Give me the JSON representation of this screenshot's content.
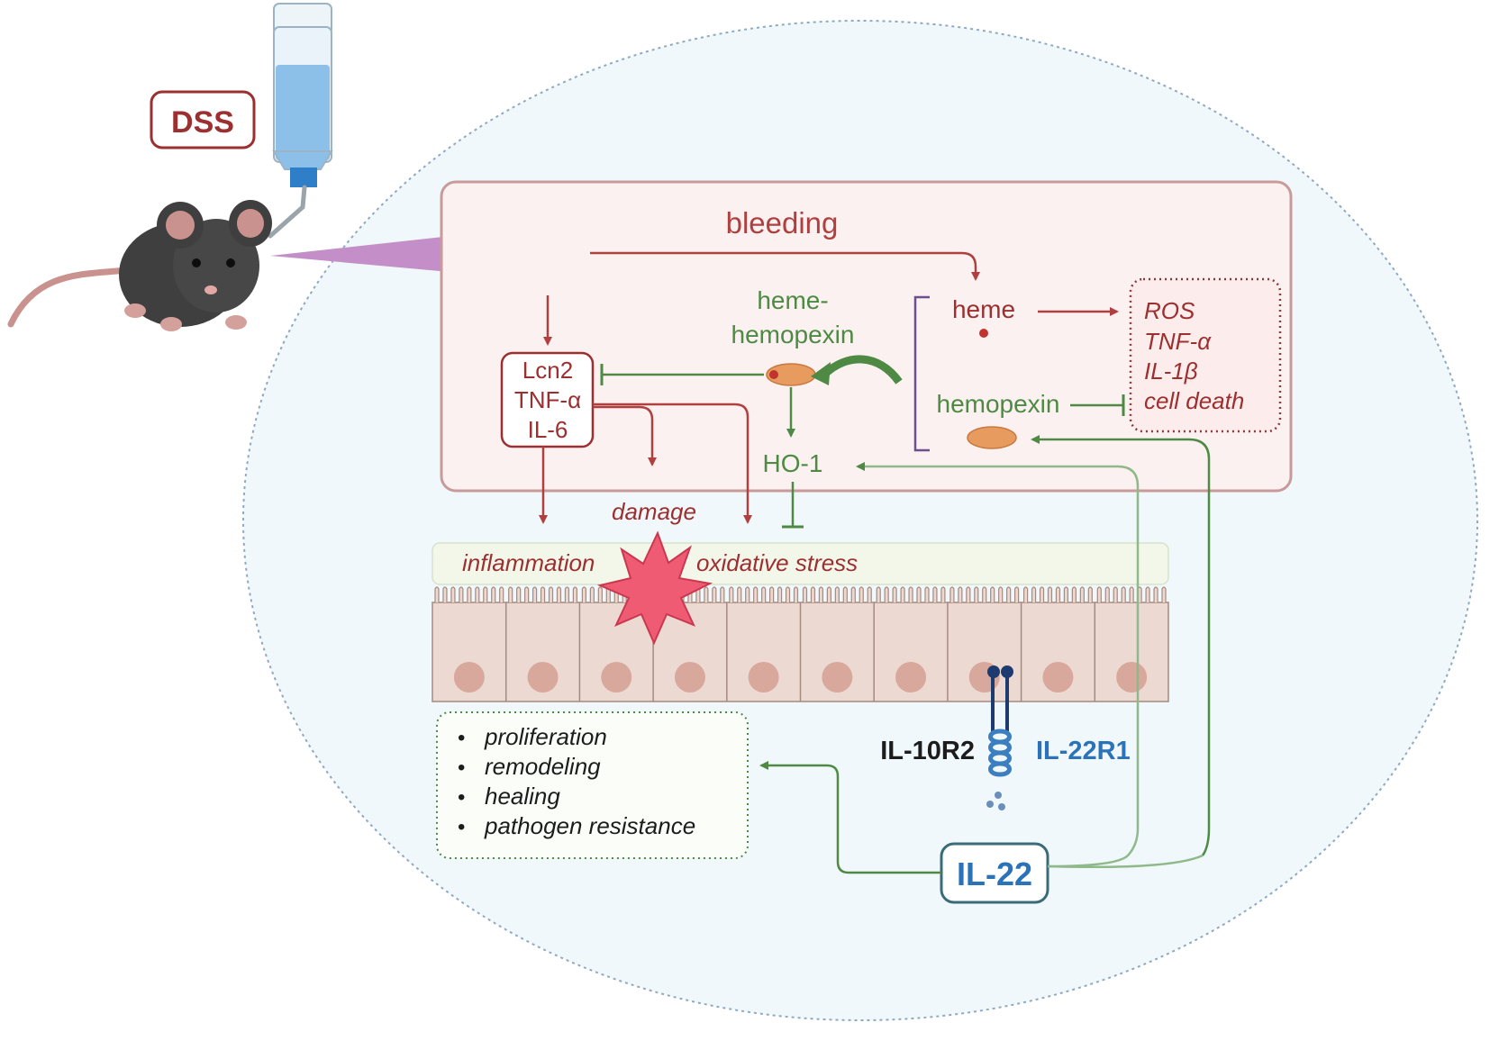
{
  "labels": {
    "dss": "DSS",
    "bleeding": "bleeding",
    "heme_hemopexin_line1": "heme-",
    "heme_hemopexin_line2": "hemopexin",
    "heme": "heme",
    "hemopexin": "hemopexin",
    "ho1": "HO-1",
    "mediators": [
      "Lcn2",
      "TNF-α",
      "IL-6"
    ],
    "effects": [
      "ROS",
      "TNF-α",
      "IL-1β",
      "cell death"
    ],
    "damage": "damage",
    "inflammation": "inflammation",
    "oxidative_stress": "oxidative stress",
    "il10r2": "IL-10R2",
    "il22r1": "IL-22R1",
    "il22": "IL-22",
    "outcomes": [
      "proliferation",
      "remodeling",
      "healing",
      "pathogen resistance"
    ],
    "bullet": "•"
  },
  "colors": {
    "red": "#9c2f2f",
    "green": "#4e8a44",
    "purple": "#c48fc8",
    "blue": "#2a73b8",
    "panel": "#fbf1f1",
    "cell": "#ecd9d2",
    "nucleus": "#d9a89c"
  }
}
